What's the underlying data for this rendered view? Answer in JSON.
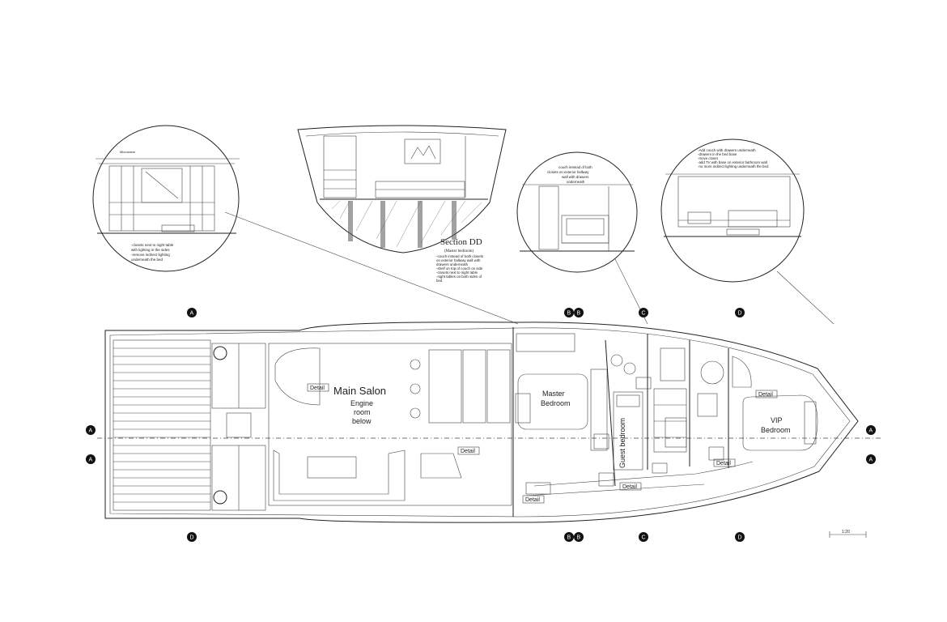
{
  "rooms": {
    "main_salon": "Main Salon",
    "engine_1": "Engine",
    "engine_2": "room",
    "engine_3": "below",
    "master_1": "Master",
    "master_2": "Bedroom",
    "guest": "Guest bedroom",
    "vip_1": "VIP",
    "vip_2": "Bedroom"
  },
  "section": {
    "title": "Section DD",
    "subtitle": "(Master bedroom)",
    "notes": [
      "-couch instead of both closets",
      "on exterior hallway wall with",
      "drawers underneath",
      "-shelf on top of couch on side",
      "-closets next to night table",
      "-night tables on both sides of",
      "bed"
    ]
  },
  "left_detail": {
    "label": "Microwave",
    "notes": [
      "-closets next to night table",
      "with lighting in the sides",
      "-remove indirect lighting",
      "underneath the bed"
    ]
  },
  "mid_detail": {
    "notes": [
      "couch instead of both",
      "closets on exterior hallway",
      "wall with drawers",
      "underneath"
    ]
  },
  "right_detail": {
    "notes": [
      "-Add couch with drawers underneath",
      "-drawers in the bed base",
      "-move closet",
      "-add TV with base on exterior bathroom wall",
      "-no more indirect lighting underneath the bed"
    ]
  },
  "detail_tags": [
    "Detail",
    "Detail",
    "Detail",
    "Detail",
    "Detail",
    "Detail"
  ],
  "section_markers": [
    "A",
    "B",
    "B",
    "C",
    "D",
    "D",
    "B",
    "B",
    "C",
    "D",
    "A",
    "A",
    "A",
    "A"
  ],
  "scale_label": "1:20"
}
